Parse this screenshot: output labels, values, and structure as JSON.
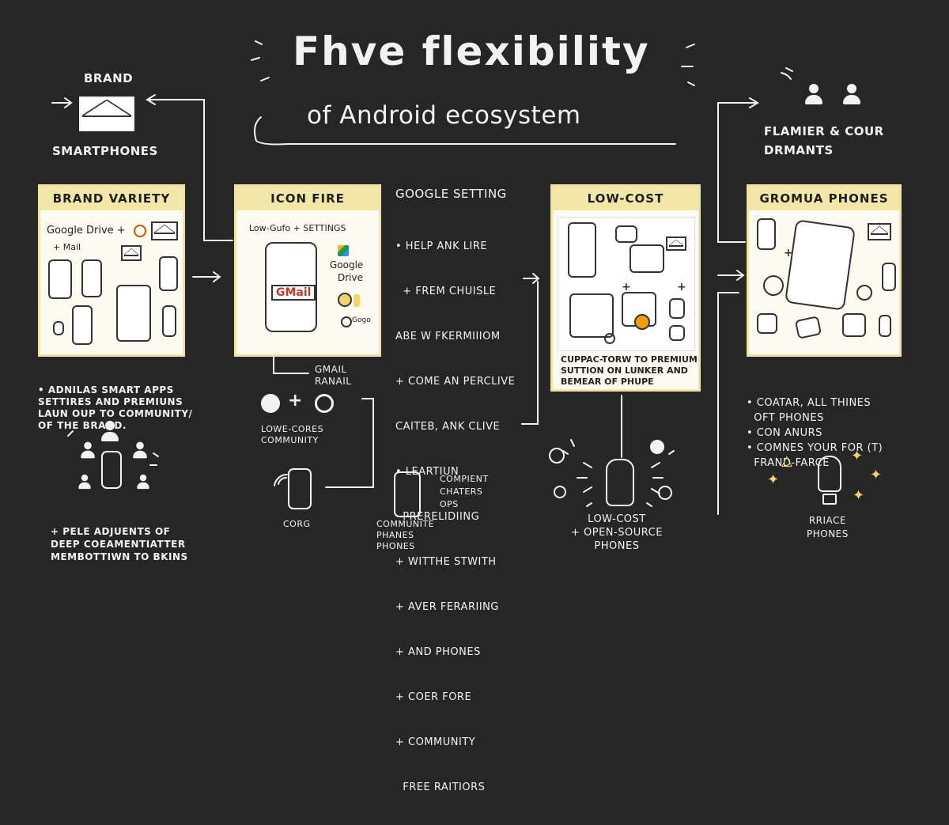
{
  "title": "Fhve flexibility",
  "subtitle": "of Android ecosystem",
  "top_left": {
    "brand": "BRAND",
    "smartphones": "SMARTPHONES"
  },
  "top_right": {
    "lines": [
      "FLAMIER & COUR",
      "DRMANTS"
    ]
  },
  "cards": [
    {
      "id": "brand-variety",
      "heading": "BRAND VARIETY",
      "label_a": "Google Drive +",
      "label_b": "+ Mail"
    },
    {
      "id": "icon-fire",
      "heading": "ICON FIRE",
      "label_a": "Low-Gufo + SETTINGS",
      "label_b": "Google",
      "label_c": "Drive",
      "label_d": "GMail",
      "label_e": "Gogo"
    },
    {
      "id": "low-cost",
      "heading": "LOW-COST",
      "caption": [
        "CUPPAC-TORW TO PREMIUM",
        "SUTTION ON LUNKER AND",
        "BEMEAR OF PHUPE"
      ]
    },
    {
      "id": "gromua-phones",
      "heading": "GROMUA PHONES"
    }
  ],
  "google_setting": {
    "heading": "GOOGLE SETTING",
    "items": [
      "• HELP ANK LIRE",
      "  + FREM CHUISLE",
      "ABE W FKERMIIIOM",
      "+ COME AN PERCLIVE",
      "CAITEB, ANK CLIVE",
      "• LEARTIUN",
      "  PRERELIDIING",
      "+ WITTHE STWITH",
      "+ AVER FERARIING",
      "+ AND PHONES",
      "+ COER FORE",
      "+ COMMUNITY",
      "  FREE RAITIORS"
    ]
  },
  "brand_notes": [
    "• ADNILAS SMART APPS",
    "SETTIRES AND PREMIUNS",
    "LAUN OUP TO COMMUNITY/",
    "OF THE BRAND."
  ],
  "bottom_left": [
    "+ PELE ADJUENTS OF",
    "DEEP COEAMENTIATTER",
    "MEMBOTTIWN TO BKINS"
  ],
  "gmail_label": [
    "GMAIL",
    "RANAIL"
  ],
  "community_label": [
    "LOWE-CORES",
    "COMMUNITY"
  ],
  "corg_label": "CORG",
  "bottom_center_label": [
    "COMMUNITE",
    "PHANES",
    "PHONES"
  ],
  "compient_label": [
    "COMPIENT",
    "CHATERS",
    "OPS"
  ],
  "low_cost_bottom": [
    "LOW-COST",
    "+ OPEN-SOURCE",
    "PHONES"
  ],
  "right_notes": [
    "• COATAR, ALL THINES",
    "  OFT PHONES",
    "• CON ANURS",
    "• COMNES YOUR FOR (T)",
    "  FRAND-FARCE"
  ],
  "rrace_label": [
    "RRIACE",
    "PHONES"
  ],
  "colors": {
    "background": "#262626",
    "card": "#fdfaf0",
    "card_header": "#f3e6a9",
    "chalk": "#f2f2f2",
    "accent": "#f3d36b"
  },
  "icons": [
    "envelope-icon",
    "people-icon",
    "phone-icon",
    "tablet-icon",
    "google-drive-icon",
    "timer-icon",
    "thumbs-up-icon",
    "lightbulb-icon",
    "sparkle-icon"
  ]
}
